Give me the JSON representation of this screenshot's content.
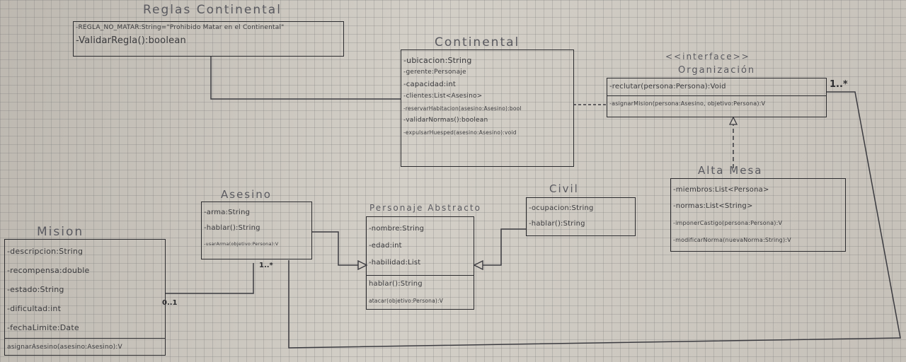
{
  "diagram": {
    "reglas": {
      "title": "Reglas Continental",
      "attributes": [
        "-REGLA_NO_MATAR:String=\"Prohibido Matar en el Continental\""
      ],
      "methods": [
        "-ValidarRegla():boolean"
      ]
    },
    "continental": {
      "title": "Continental",
      "attributes": [
        "-ubicacion:String",
        "-gerente:Personaje",
        "-capacidad:int",
        "-clientes:List<Asesino>",
        "-reservarHabitacion(asesino:Asesino):bool",
        "-validarNormas():boolean",
        "-expulsarHuesped(asesino:Asesino):void"
      ]
    },
    "organizacion": {
      "stereotype": "<<interface>>",
      "title": "Organización",
      "methods": [
        "-reclutar(persona:Persona):Void",
        "-asignarMision(persona:Asesino, objetivo:Persona):V"
      ]
    },
    "altamesa": {
      "title": "Alta Mesa",
      "attributes": [
        "-miembros:List<Persona>",
        "-normas:List<String>",
        "-imponerCastigo(persona:Persona):V",
        "-modificarNorma(nuevaNorma:String):V"
      ]
    },
    "asesino": {
      "title": "Asesino",
      "attributes": [
        "-arma:String",
        "-hablar():String",
        "-usarArma(objetivo:Persona):V"
      ]
    },
    "personaje": {
      "title": "Personaje Abstracto",
      "attributes": [
        "-nombre:String",
        "-edad:int",
        "-habilidad:List"
      ],
      "methods": [
        "hablar():String",
        "atacar(objetivo:Persona):V"
      ]
    },
    "civil": {
      "title": "Civil",
      "attributes": [
        "-ocupacion:String",
        "-hablar():String"
      ]
    },
    "mision": {
      "title": "Mision",
      "attributes": [
        "-descripcion:String",
        "-recompensa:double",
        "-estado:String",
        "-dificultad:int",
        "-fechaLimite:Date"
      ],
      "methods": [
        "asignarAsesino(asesino:Asesino):V"
      ]
    },
    "multiplicities": {
      "org_right": "1..*",
      "asesino_bottom": "1..*",
      "mision_right": "0..1"
    }
  }
}
